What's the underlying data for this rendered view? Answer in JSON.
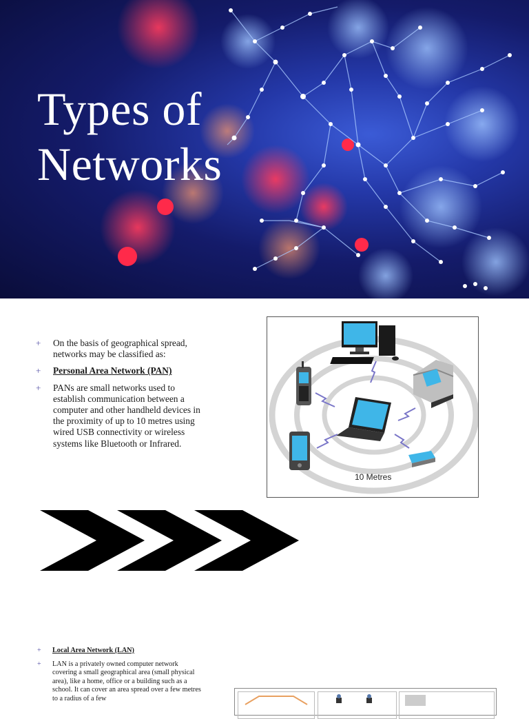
{
  "slide1": {
    "title": "Types of\nNetworks",
    "colors": {
      "background": "#141b6a",
      "node_blue": "#cfe3ff",
      "node_red": "#ff3b5c",
      "title": "#ffffff"
    }
  },
  "slide2": {
    "bullets": [
      {
        "text": "On the basis of geographical spread, networks may be classified as:",
        "heading": false
      },
      {
        "text": "Personal Area Network (PAN) ",
        "heading": true
      },
      {
        "text": "PANs are small networks used to establish communication between a computer and other handheld devices in the proximity of up to 10 metres using wired USB connectivity or wireless systems like Bluetooth or Infrared.",
        "heading": false
      }
    ],
    "figure_caption": "10 Metres",
    "bullet_marker": "+",
    "bullet_color": "#5a55a8"
  },
  "slide3": {
    "bullets": [
      {
        "text": "Local Area Network (LAN) ",
        "heading": true
      },
      {
        "text": "LAN is a privately owned computer network covering a small geographical area (small physical area), like a home, office or a building such as a school. It can cover an area spread over a few metres to a radius of a few",
        "heading": false
      }
    ]
  }
}
